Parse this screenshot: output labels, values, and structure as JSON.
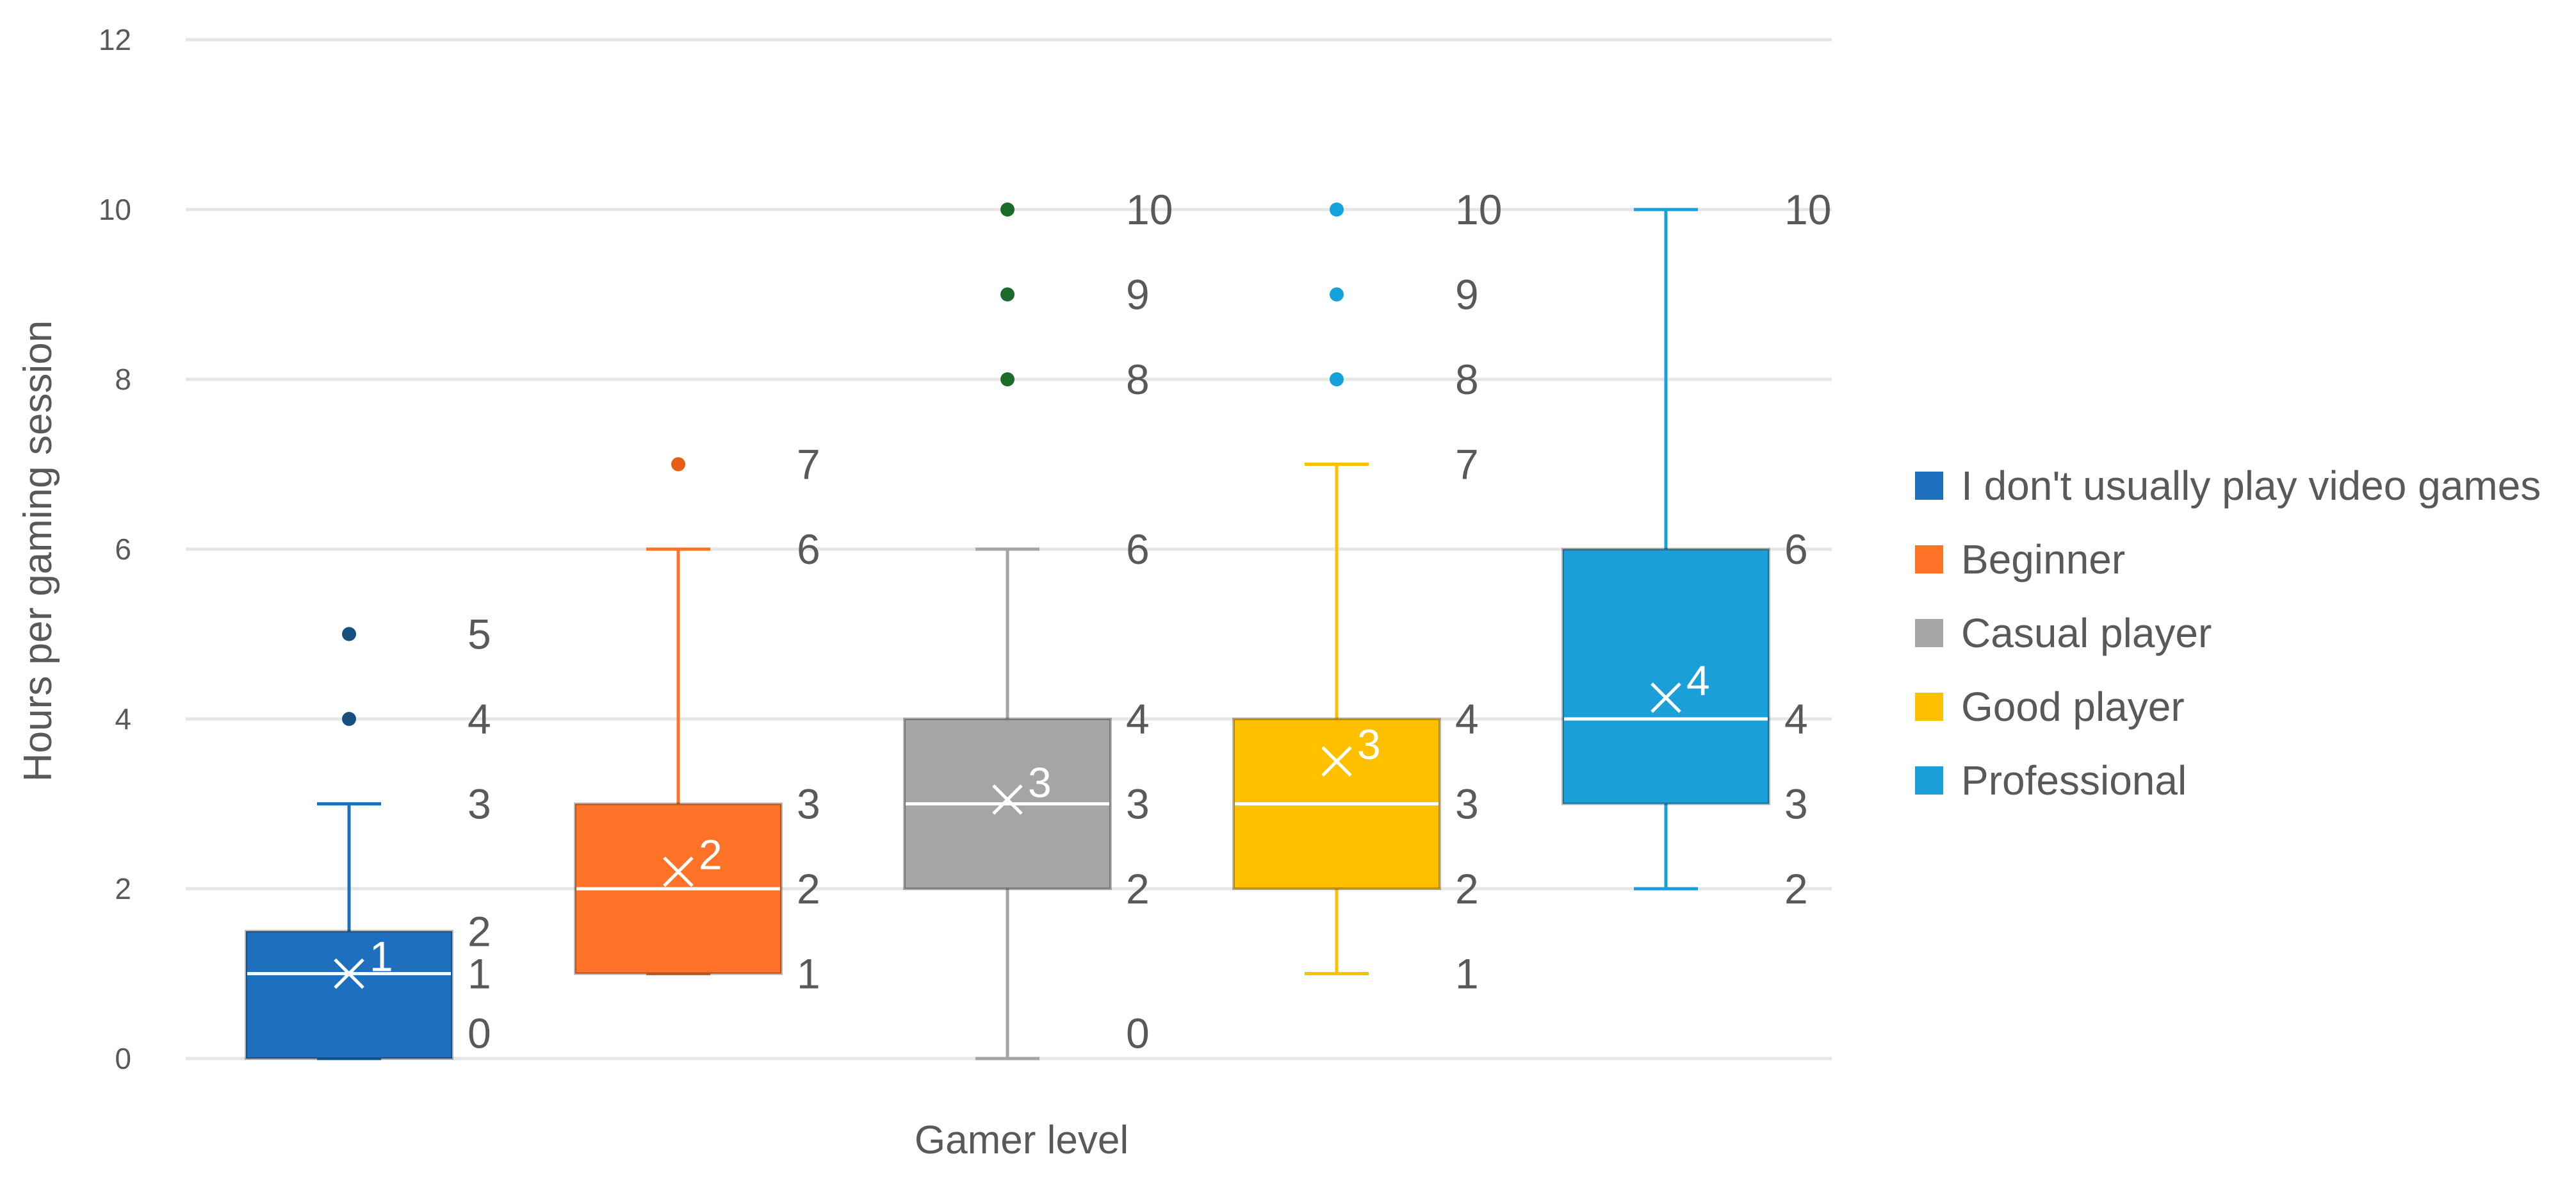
{
  "chart_data": {
    "type": "boxplot",
    "xlabel": "Gamer level",
    "ylabel": "Hours per gaming session",
    "ylim": [
      0,
      12
    ],
    "yticks": [
      "0",
      "2",
      "4",
      "6",
      "8",
      "10",
      "12"
    ],
    "grid": true,
    "legend_position": "right",
    "series": [
      {
        "name": "I don't usually play video games",
        "color": "#1f6fbf",
        "min": 0,
        "q1": 0,
        "median": 1,
        "q3": 1.5,
        "max": 3,
        "mean": 1,
        "mean_label": "1",
        "outliers": [
          4,
          5
        ],
        "labels": [
          {
            "value": 5,
            "text": "5"
          },
          {
            "value": 4,
            "text": "4"
          },
          {
            "value": 3,
            "text": "3"
          },
          {
            "value": 1.5,
            "text": "2"
          },
          {
            "value": 1,
            "text": "1"
          },
          {
            "value": 0.3,
            "text": "0"
          }
        ]
      },
      {
        "name": "Beginner",
        "color": "#ff7328",
        "min": 1,
        "q1": 1,
        "median": 2,
        "q3": 3,
        "max": 6,
        "mean": 2.2,
        "mean_label": "2",
        "outliers": [
          7
        ],
        "labels": [
          {
            "value": 7,
            "text": "7"
          },
          {
            "value": 6,
            "text": "6"
          },
          {
            "value": 3,
            "text": "3"
          },
          {
            "value": 2,
            "text": "2"
          },
          {
            "value": 1,
            "text": "1"
          }
        ]
      },
      {
        "name": "Casual player",
        "color": "#a5a5a5",
        "min": 0,
        "q1": 2,
        "median": 3,
        "q3": 4,
        "max": 6,
        "mean": 3.05,
        "mean_label": "3",
        "outliers": [
          8,
          9,
          10
        ],
        "labels": [
          {
            "value": 10,
            "text": "10"
          },
          {
            "value": 9,
            "text": "9"
          },
          {
            "value": 8,
            "text": "8"
          },
          {
            "value": 6,
            "text": "6"
          },
          {
            "value": 4,
            "text": "4"
          },
          {
            "value": 3,
            "text": "3"
          },
          {
            "value": 2,
            "text": "2"
          },
          {
            "value": 0.3,
            "text": "0"
          }
        ]
      },
      {
        "name": "Good player",
        "color": "#ffc000",
        "min": 1,
        "q1": 2,
        "median": 3,
        "q3": 4,
        "max": 7,
        "mean": 3.5,
        "mean_label": "3",
        "outliers": [
          8,
          9,
          10
        ],
        "labels": [
          {
            "value": 10,
            "text": "10"
          },
          {
            "value": 9,
            "text": "9"
          },
          {
            "value": 8,
            "text": "8"
          },
          {
            "value": 7,
            "text": "7"
          },
          {
            "value": 4,
            "text": "4"
          },
          {
            "value": 3,
            "text": "3"
          },
          {
            "value": 2,
            "text": "2"
          },
          {
            "value": 1,
            "text": "1"
          }
        ]
      },
      {
        "name": "Professional",
        "color": "#1a9fd9",
        "min": 2,
        "q1": 3,
        "median": 4,
        "q3": 6,
        "max": 10,
        "mean": 4.25,
        "mean_label": "4",
        "outliers": [],
        "labels": [
          {
            "value": 10,
            "text": "10"
          },
          {
            "value": 6,
            "text": "6"
          },
          {
            "value": 4,
            "text": "4"
          },
          {
            "value": 3,
            "text": "3"
          },
          {
            "value": 2,
            "text": "2"
          }
        ]
      }
    ]
  }
}
